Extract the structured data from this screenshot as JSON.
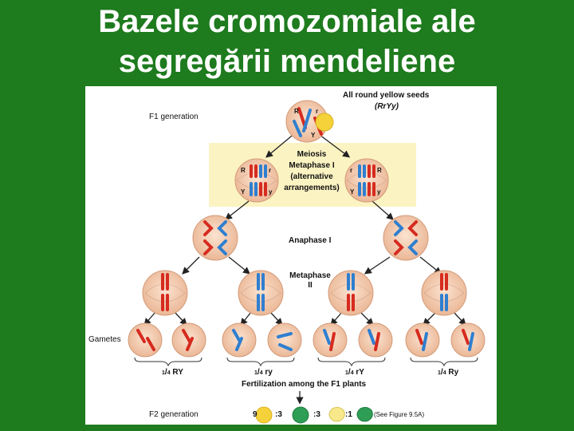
{
  "slide": {
    "title_line1": "Bazele cromozomiale ale",
    "title_line2": "segregării mendeliene"
  },
  "figure": {
    "top_label_line1": "All round yellow seeds",
    "top_label_line2": "(RrYy)",
    "f1_generation": "F1 generation",
    "meiosis_label": "Meiosis",
    "metaphase1_label": "Metaphase I",
    "alternative_line1": "(alternative",
    "alternative_line2": "arrangements)",
    "anaphase1_label": "Anaphase I",
    "metaphase2_label": "Metaphase",
    "metaphase2_num": "II",
    "gametes_label": "Gametes",
    "gamete_fractions": [
      "1/4 RY",
      "1/4 ry",
      "1/4 rY",
      "1/4 Ry"
    ],
    "fertilization_label": "Fertilization among the F1 plants",
    "f2_generation": "F2 generation",
    "ratio": [
      "9",
      ":3",
      ":3",
      ":1"
    ],
    "see_figure": "(See Figure 9.5A)",
    "gamete_frac": "1",
    "gamete_den": "4",
    "gamete_genotypes": [
      "RY",
      "ry",
      "rY",
      "Ry"
    ],
    "allele_R": "R",
    "allele_r": "r",
    "allele_Y": "Y",
    "allele_y": "y"
  },
  "colors": {
    "background": "#1e7b1e",
    "red_chromosome": "#d62b1f",
    "blue_chromosome": "#2f7fd0",
    "cell": "#f2c7a8",
    "yellow_box": "#fbf3c2",
    "yellow_seed": "#f5d23a",
    "green_seed": "#2e9e55"
  }
}
